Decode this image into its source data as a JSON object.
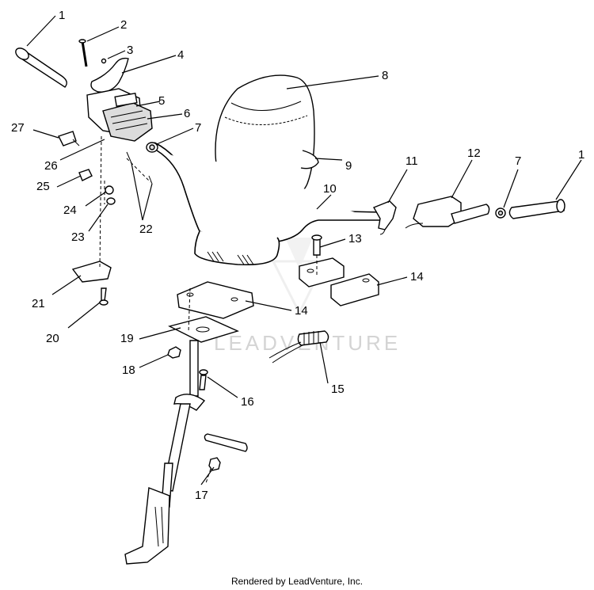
{
  "callouts": {
    "c1a": "1",
    "c2": "2",
    "c3": "3",
    "c4": "4",
    "c5": "5",
    "c6": "6",
    "c7a": "7",
    "c8": "8",
    "c9": "9",
    "c10": "10",
    "c11": "11",
    "c12": "12",
    "c7b": "7",
    "c1b": "1",
    "c13": "13",
    "c14a": "14",
    "c14b": "14",
    "c15": "15",
    "c16": "16",
    "c17": "17",
    "c18": "18",
    "c19": "19",
    "c20": "20",
    "c21": "21",
    "c22": "22",
    "c23": "23",
    "c24": "24",
    "c25": "25",
    "c26": "26",
    "c27": "27"
  },
  "watermark": "LEADVENTURE",
  "footer": "Rendered by LeadVenture, Inc."
}
